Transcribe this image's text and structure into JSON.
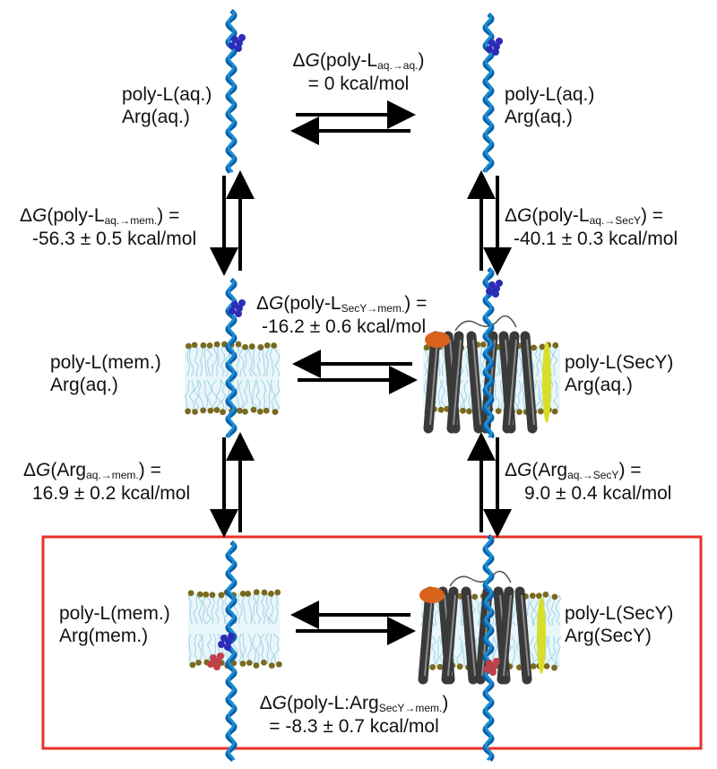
{
  "states": {
    "top_left": {
      "line1": "poly-L(aq.)",
      "line2": "Arg(aq.)"
    },
    "top_right": {
      "line1": "poly-L(aq.)",
      "line2": "Arg(aq.)"
    },
    "mid_left": {
      "line1": "poly-L(mem.)",
      "line2": "Arg(aq.)"
    },
    "mid_right": {
      "line1": "poly-L(SecY)",
      "line2": "Arg(aq.)"
    },
    "bot_left": {
      "line1": "poly-L(mem.)",
      "line2": "Arg(mem.)"
    },
    "bot_right": {
      "line1": "poly-L(SecY)",
      "line2": "Arg(SecY)"
    }
  },
  "transitions": {
    "top": {
      "delta": "Δ",
      "G": "G",
      "open": "(poly-L",
      "sub": "aq.→aq.",
      "close": ")",
      "value": "= 0 kcal/mol"
    },
    "left_upper": {
      "delta": "Δ",
      "G": "G",
      "open": "(poly-L",
      "sub": "aq.→mem.",
      "close": ") =",
      "value": "-56.3 ± 0.5 kcal/mol"
    },
    "right_upper": {
      "delta": "Δ",
      "G": "G",
      "open": "(poly-L",
      "sub": "aq.→SecY",
      "close": ") =",
      "value": "-40.1 ± 0.3 kcal/mol"
    },
    "middle": {
      "delta": "Δ",
      "G": "G",
      "open": "(poly-L",
      "sub": "SecY→mem.",
      "close": ") =",
      "value": "-16.2 ± 0.6 kcal/mol"
    },
    "left_lower": {
      "delta": "Δ",
      "G": "G",
      "open": "(Arg",
      "sub": "aq.→mem.",
      "close": ") =",
      "value": "16.9 ± 0.2 kcal/mol"
    },
    "right_lower": {
      "delta": "Δ",
      "G": "G",
      "open": "(Arg",
      "sub": "aq.→SecY",
      "close": ") =",
      "value": "9.0 ± 0.4 kcal/mol"
    },
    "bottom": {
      "delta": "Δ",
      "G": "G",
      "open": "(poly-L:Arg",
      "sub": "SecY→mem.",
      "close": ")",
      "value": "= -8.3 ± 0.7 kcal/mol"
    }
  },
  "colors": {
    "helix": "#1a8fd6",
    "helix_dark": "#0b5fa8",
    "arg": "#2c2cb8",
    "lipid_tail": "#9fd3e3",
    "lipid_head": "#7a6a1e",
    "secy": "#3a3a3a",
    "secy_orange": "#d9621c",
    "secy_yellow": "#d8de2a",
    "arg_mem": "#c0404a",
    "arrow": "#000000",
    "highlight_box": "#e8312a"
  }
}
